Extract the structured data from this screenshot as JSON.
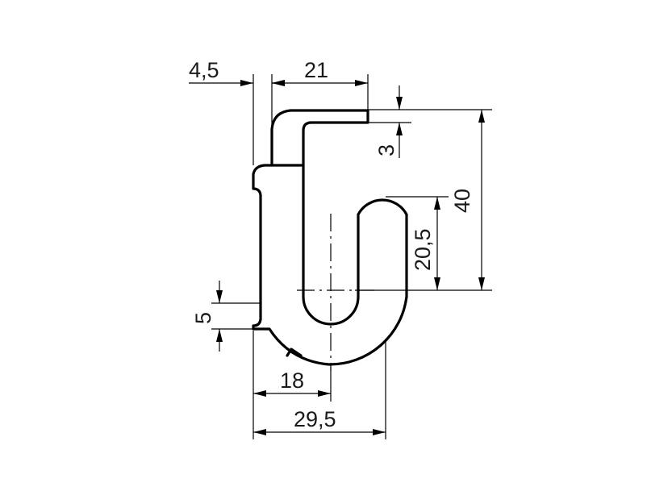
{
  "dimensions": {
    "d_4_5": "4,5",
    "d_21": "21",
    "d_3": "3",
    "d_40": "40",
    "d_20_5": "20,5",
    "d_5": "5",
    "d_18": "18",
    "d_29_5": "29,5"
  }
}
